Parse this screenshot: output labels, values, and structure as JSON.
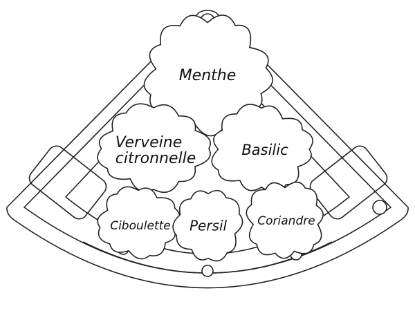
{
  "diagram": {
    "plants": [
      {
        "name": "Menthe"
      },
      {
        "name": "Verveine"
      },
      {
        "name": "citronnelle"
      },
      {
        "name": "Basilic"
      },
      {
        "name": "Ciboulette"
      },
      {
        "name": "Persil"
      },
      {
        "name": "Coriandre"
      }
    ]
  }
}
